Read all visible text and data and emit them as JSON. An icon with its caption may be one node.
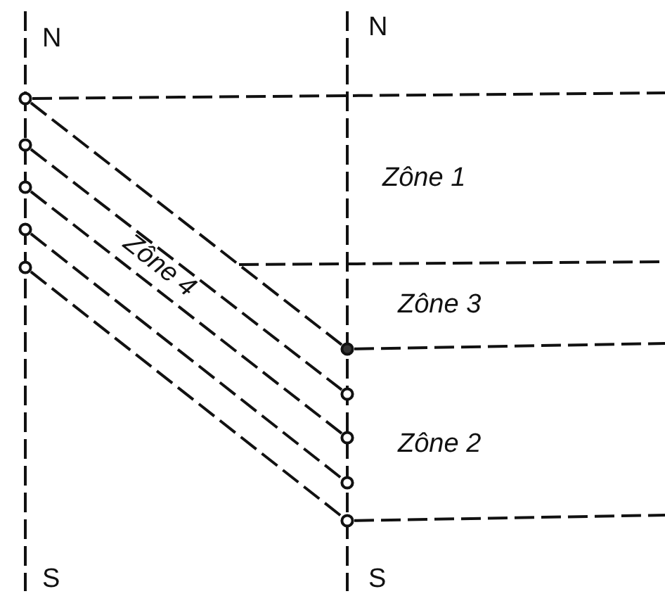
{
  "diagram": {
    "nodes": [
      {
        "text": [],
        "shape": "circle"
      },
      {
        "text": [],
        "shape": "circle"
      },
      {
        "text": [],
        "shape": "circle"
      },
      {
        "text": [],
        "shape": "circle"
      },
      {
        "text": [],
        "shape": "circle"
      },
      {
        "text": [],
        "shape": "circle"
      },
      {
        "text": [],
        "shape": "circle"
      },
      {
        "text": [],
        "shape": "circle"
      },
      {
        "text": [],
        "shape": "circle"
      },
      {
        "text": [],
        "shape": "circle"
      }
    ],
    "edges": [
      {
        "from": 0,
        "to": 5,
        "arrow": "none",
        "style": "dashed"
      },
      {
        "from": 1,
        "to": 6,
        "arrow": "none",
        "style": "dashed"
      },
      {
        "from": 2,
        "to": 7,
        "arrow": "none",
        "style": "dashed"
      },
      {
        "from": 3,
        "to": 8,
        "arrow": "none",
        "style": "dashed"
      },
      {
        "from": 4,
        "to": 9,
        "arrow": "none",
        "style": "dashed"
      },
      {
        "from": 0,
        "to": null,
        "arrow": "none",
        "style": "dashed"
      },
      {
        "from": 5,
        "to": null,
        "arrow": "none",
        "style": "dashed"
      },
      {
        "from": 9,
        "to": null,
        "arrow": "none",
        "style": "dashed"
      }
    ],
    "labels": [
      "N",
      "N",
      "Zône 1",
      "Zône 4",
      "Zône 3",
      "Zône 2",
      "S",
      "S"
    ]
  }
}
